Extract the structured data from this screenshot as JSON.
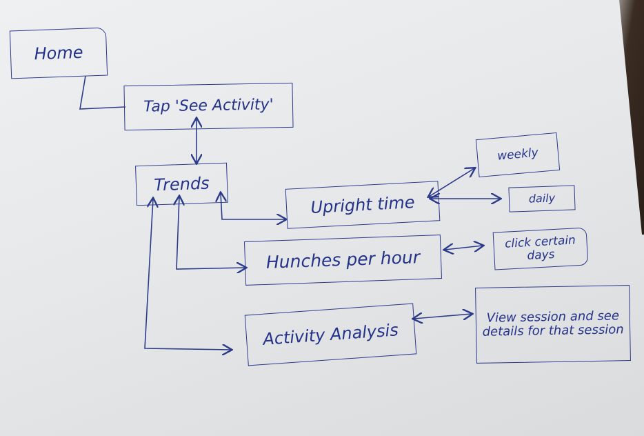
{
  "diagram": {
    "nodes": {
      "home": "Home",
      "tap_see_activity": "Tap 'See Activity'",
      "trends": "Trends",
      "upright_time": "Upright time",
      "hunches_per_hour": "Hunches per hour",
      "activity_analysis": "Activity Analysis",
      "weekly": "weekly",
      "daily": "daily",
      "click_certain_days": "click certain days",
      "view_session": "View session and see details for that session"
    },
    "ink_color": "#2c3a8a"
  }
}
